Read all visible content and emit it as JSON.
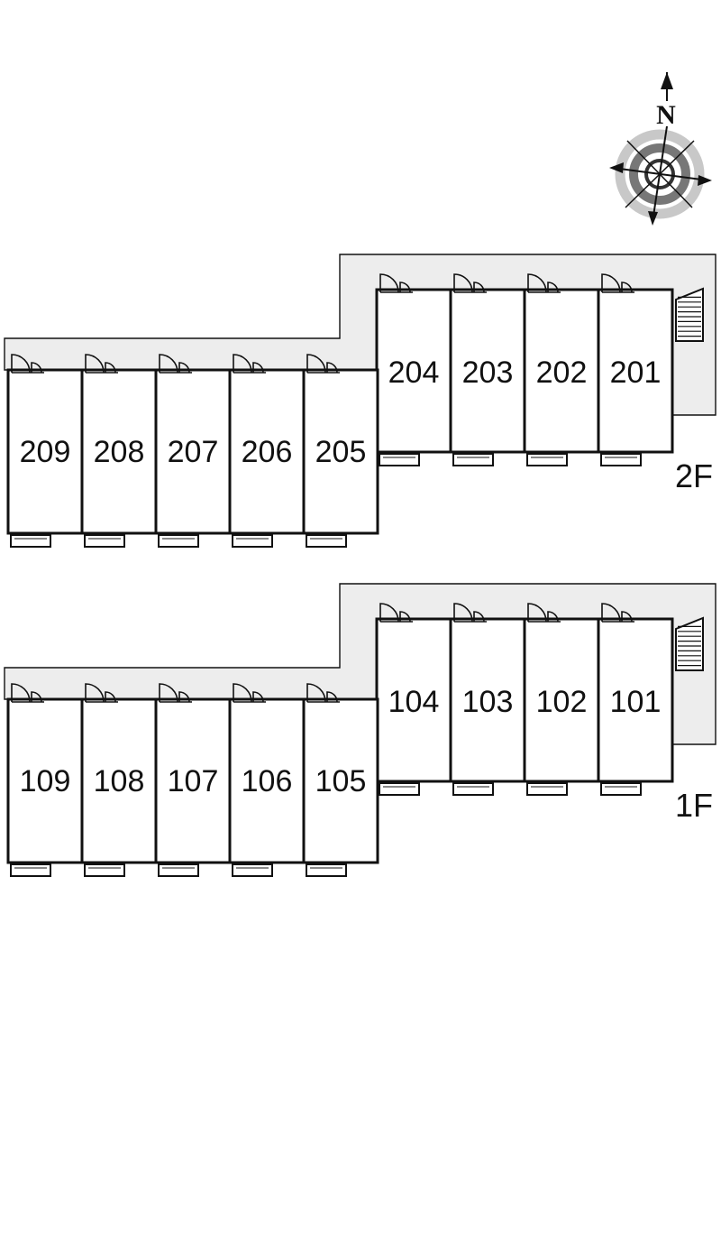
{
  "compass": {
    "north_label": "N",
    "icon": "compass-rose-icon"
  },
  "floors": [
    {
      "id": "second-floor",
      "label": "2F",
      "upper_units": [
        "204",
        "203",
        "202",
        "201"
      ],
      "lower_units": [
        "209",
        "208",
        "207",
        "206",
        "205"
      ]
    },
    {
      "id": "first-floor",
      "label": "1F",
      "upper_units": [
        "104",
        "103",
        "102",
        "101"
      ],
      "lower_units": [
        "109",
        "108",
        "107",
        "106",
        "105"
      ]
    }
  ],
  "colors": {
    "corridor": "#ededed",
    "walls": "#111111",
    "background": "#ffffff"
  }
}
